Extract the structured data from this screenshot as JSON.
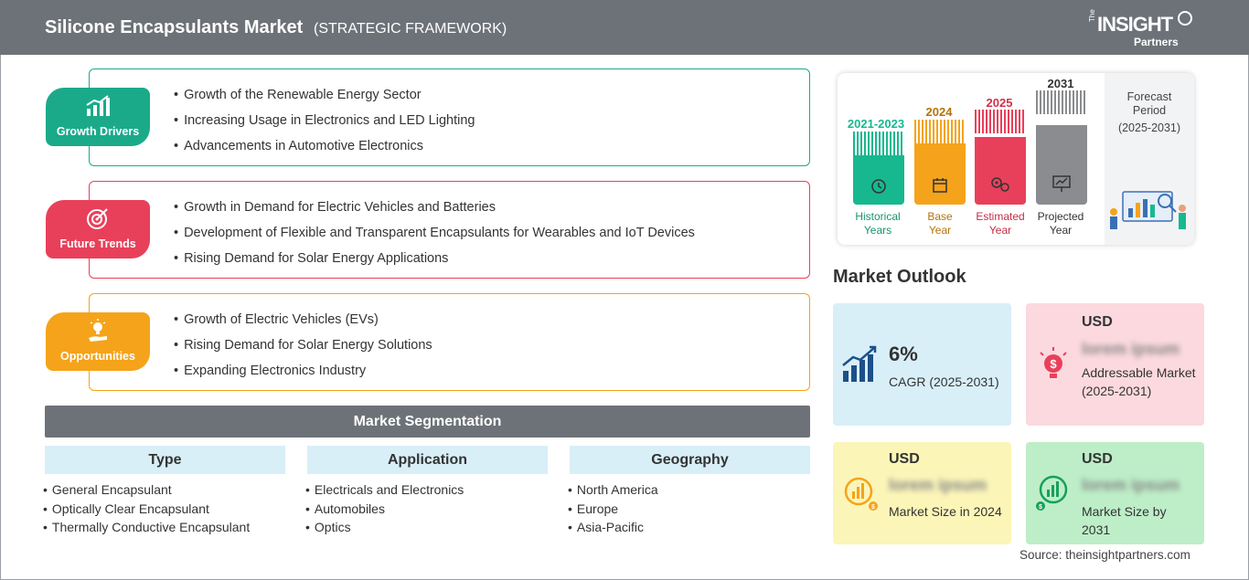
{
  "header": {
    "title": "Silicone Encapsulants Market",
    "subtitle": "(STRATEGIC FRAMEWORK)",
    "logo_the": "The",
    "logo_insight": "INSIGHT",
    "logo_partners": "Partners"
  },
  "colors": {
    "header_bg": "#6d7278",
    "drivers": "#1aaa8a",
    "trends": "#e8405a",
    "opportunities": "#f5a31a",
    "historical": "#17b88f",
    "base": "#f5a31a",
    "estimated": "#e8405a",
    "projected": "#8a8c8f"
  },
  "sections": [
    {
      "label": "Growth Drivers",
      "icon": "growth-chart-icon",
      "items": [
        "Growth of the Renewable Energy Sector",
        "Increasing Usage in Electronics and LED Lighting",
        "Advancements in Automotive Electronics"
      ]
    },
    {
      "label": "Future Trends",
      "icon": "target-icon",
      "items": [
        "Growth in Demand for Electric Vehicles and Batteries",
        "Development of Flexible and Transparent Encapsulants for Wearables and IoT Devices",
        "Rising Demand for Solar Energy Applications"
      ]
    },
    {
      "label": "Opportunities",
      "icon": "lightbulb-hand-icon",
      "items": [
        "Growth of Electric Vehicles (EVs)",
        "Rising Demand for Solar Energy Solutions",
        "Expanding Electronics Industry"
      ]
    }
  ],
  "segmentation": {
    "title": "Market Segmentation",
    "columns": [
      {
        "heading": "Type",
        "items": [
          "General Encapsulant",
          "Optically Clear Encapsulant",
          "Thermally Conductive Encapsulant"
        ]
      },
      {
        "heading": "Application",
        "items": [
          "Electricals and Electronics",
          "Automobiles",
          "Optics"
        ]
      },
      {
        "heading": "Geography",
        "items": [
          "North America",
          "Europe",
          "Asia-Pacific"
        ]
      }
    ]
  },
  "timeline": {
    "bars": [
      {
        "year": "2021-2023",
        "caption_1": "Historical",
        "caption_2": "Years",
        "icon": "clock-icon"
      },
      {
        "year": "2024",
        "caption_1": "Base",
        "caption_2": "Year",
        "icon": "calendar-icon"
      },
      {
        "year": "2025",
        "caption_1": "Estimated",
        "caption_2": "Year",
        "icon": "gears-icon"
      },
      {
        "year": "2031",
        "caption_1": "Projected",
        "caption_2": "Year",
        "icon": "presentation-icon"
      }
    ],
    "forecast_title_1": "Forecast",
    "forecast_title_2": "Period",
    "forecast_period": "(2025-2031)"
  },
  "outlook": {
    "title": "Market Outlook",
    "cagr_value": "6%",
    "cagr_label": "CAGR (2025-2031)",
    "addressable_usd": "USD",
    "addressable_value": "lorem ipsum",
    "addressable_label": "Addressable Market (2025-2031)",
    "size2024_usd": "USD",
    "size2024_value": "lorem ipsum",
    "size2024_label": "Market Size in 2024",
    "size2031_usd": "USD",
    "size2031_value": "lorem ipsum",
    "size2031_label": "Market Size by 2031"
  },
  "source": "Source: theinsightpartners.com"
}
